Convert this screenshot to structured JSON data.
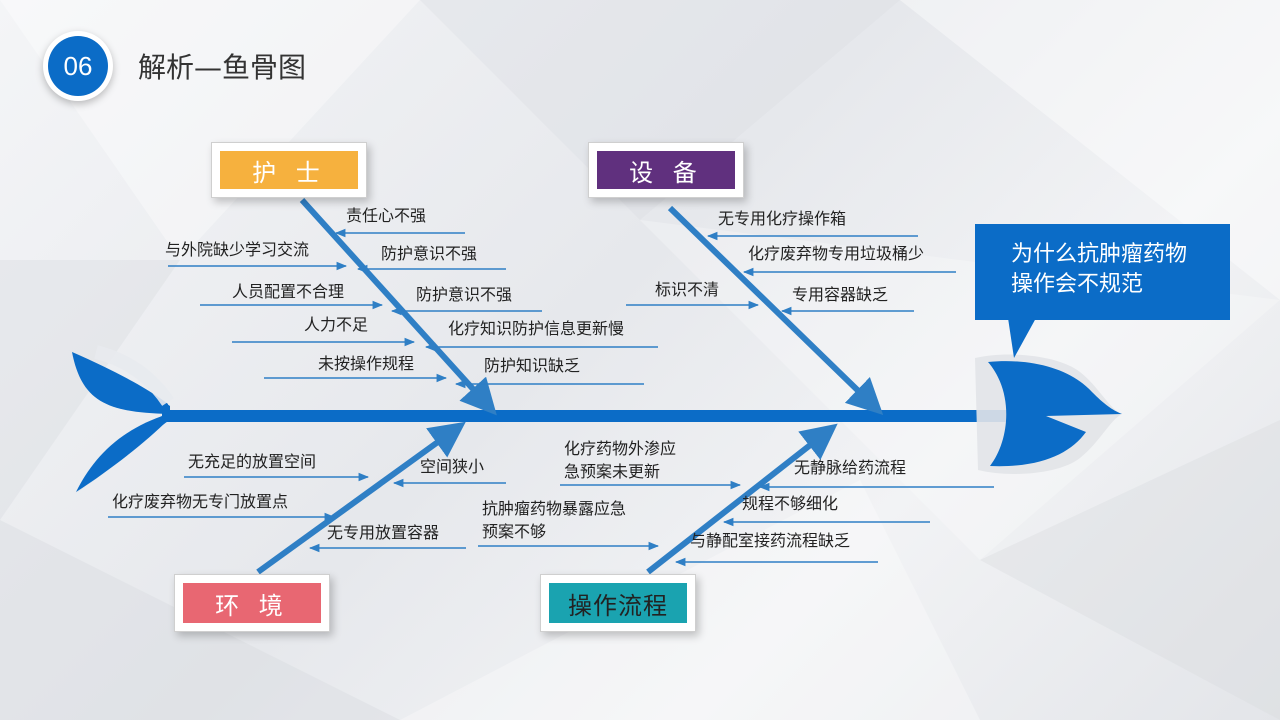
{
  "header": {
    "badge": "06",
    "title": "解析—鱼骨图"
  },
  "problem": {
    "line1": "为什么抗肿瘤药物",
    "line2": "操作会不规范"
  },
  "categories": {
    "nurse": {
      "label": "护 士",
      "color": "#f6b13e"
    },
    "equipment": {
      "label": "设 备",
      "color": "#60307e"
    },
    "environment": {
      "label": "环 境",
      "color": "#e86772"
    },
    "process": {
      "label": "操作流程",
      "color": "#1aa3b0"
    }
  },
  "causes": {
    "nurse": [
      "责任心不强",
      "与外院缺少学习交流",
      "防护意识不强",
      "人员配置不合理",
      "防护意识不强",
      "人力不足",
      "化疗知识防护信息更新慢",
      "未按操作规程",
      "防护知识缺乏"
    ],
    "equipment": [
      "无专用化疗操作箱",
      "化疗废弃物专用垃圾桶少",
      "标识不清",
      "专用容器缺乏"
    ],
    "environment": [
      "无充足的放置空间",
      "空间狭小",
      "化疗废弃物无专门放置点",
      "无专用放置容器"
    ],
    "process": [
      "化疗药物外渗应",
      "急预案未更新",
      "无静脉给药流程",
      "规程不够细化",
      "抗肿瘤药物暴露应急",
      "预案不够",
      "与静配室接药流程缺乏"
    ]
  },
  "colors": {
    "spine": "#0b6cc7",
    "bone": "#2f7fc5"
  }
}
